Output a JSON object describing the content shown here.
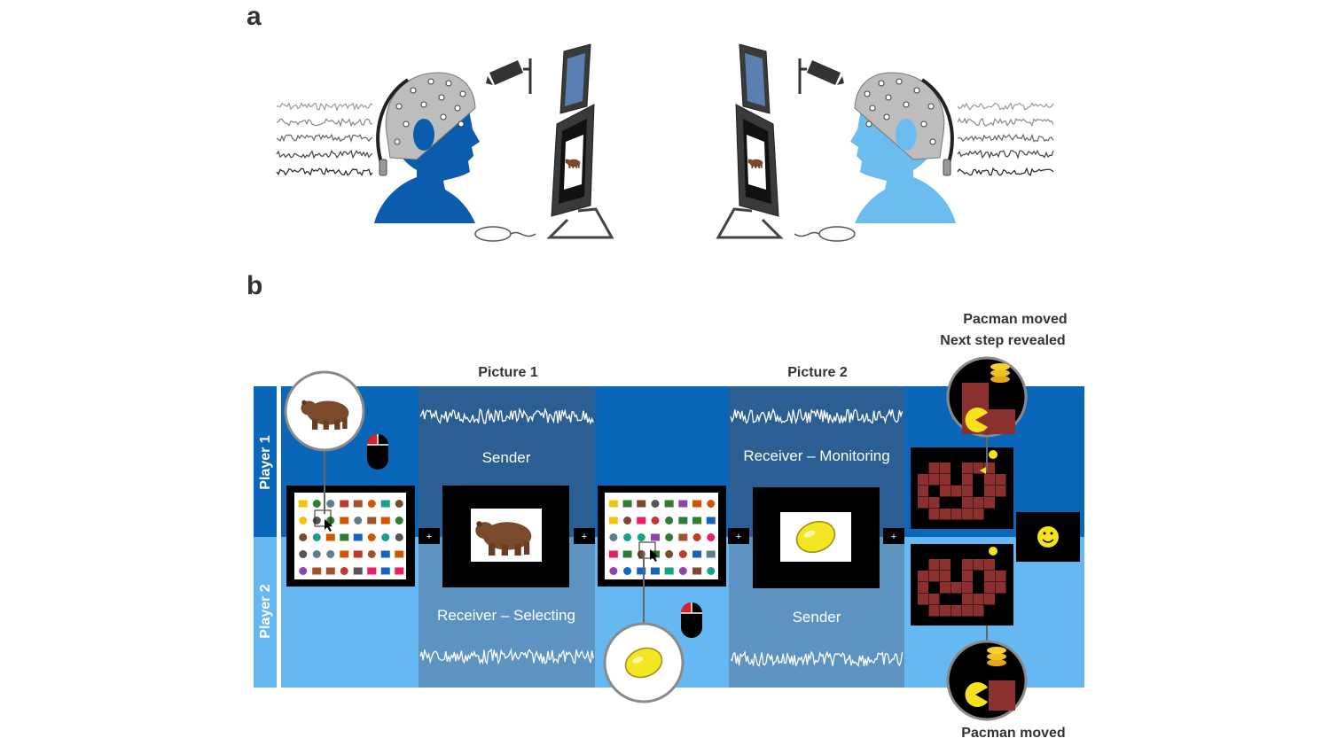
{
  "panel_a": {
    "label": "a"
  },
  "panel_b": {
    "label": "b",
    "players": [
      "Player 1",
      "Player 2"
    ],
    "picture1": {
      "title": "Picture 1",
      "role_top": "Sender",
      "role_bottom": "Receiver – Selecting"
    },
    "picture2": {
      "title": "Picture 2",
      "role_top": "Receiver – Monitoring",
      "role_bottom": "Sender"
    },
    "outcome": {
      "top_line1": "Pacman moved",
      "top_line2": "Next step revealed",
      "bottom": "Pacman moved"
    },
    "fixation_symbol": "+"
  },
  "colors": {
    "player1_blue": "#0a66b8",
    "player2_blue": "#65b8f2",
    "sender_mid": "#2b5f93",
    "receiver_mid": "#5d93c0",
    "maze_red": "#8c2f2f",
    "pacman_yellow": "#f6e21b",
    "avatar_dark": "#0b5cad",
    "avatar_light": "#6cbcf0"
  }
}
